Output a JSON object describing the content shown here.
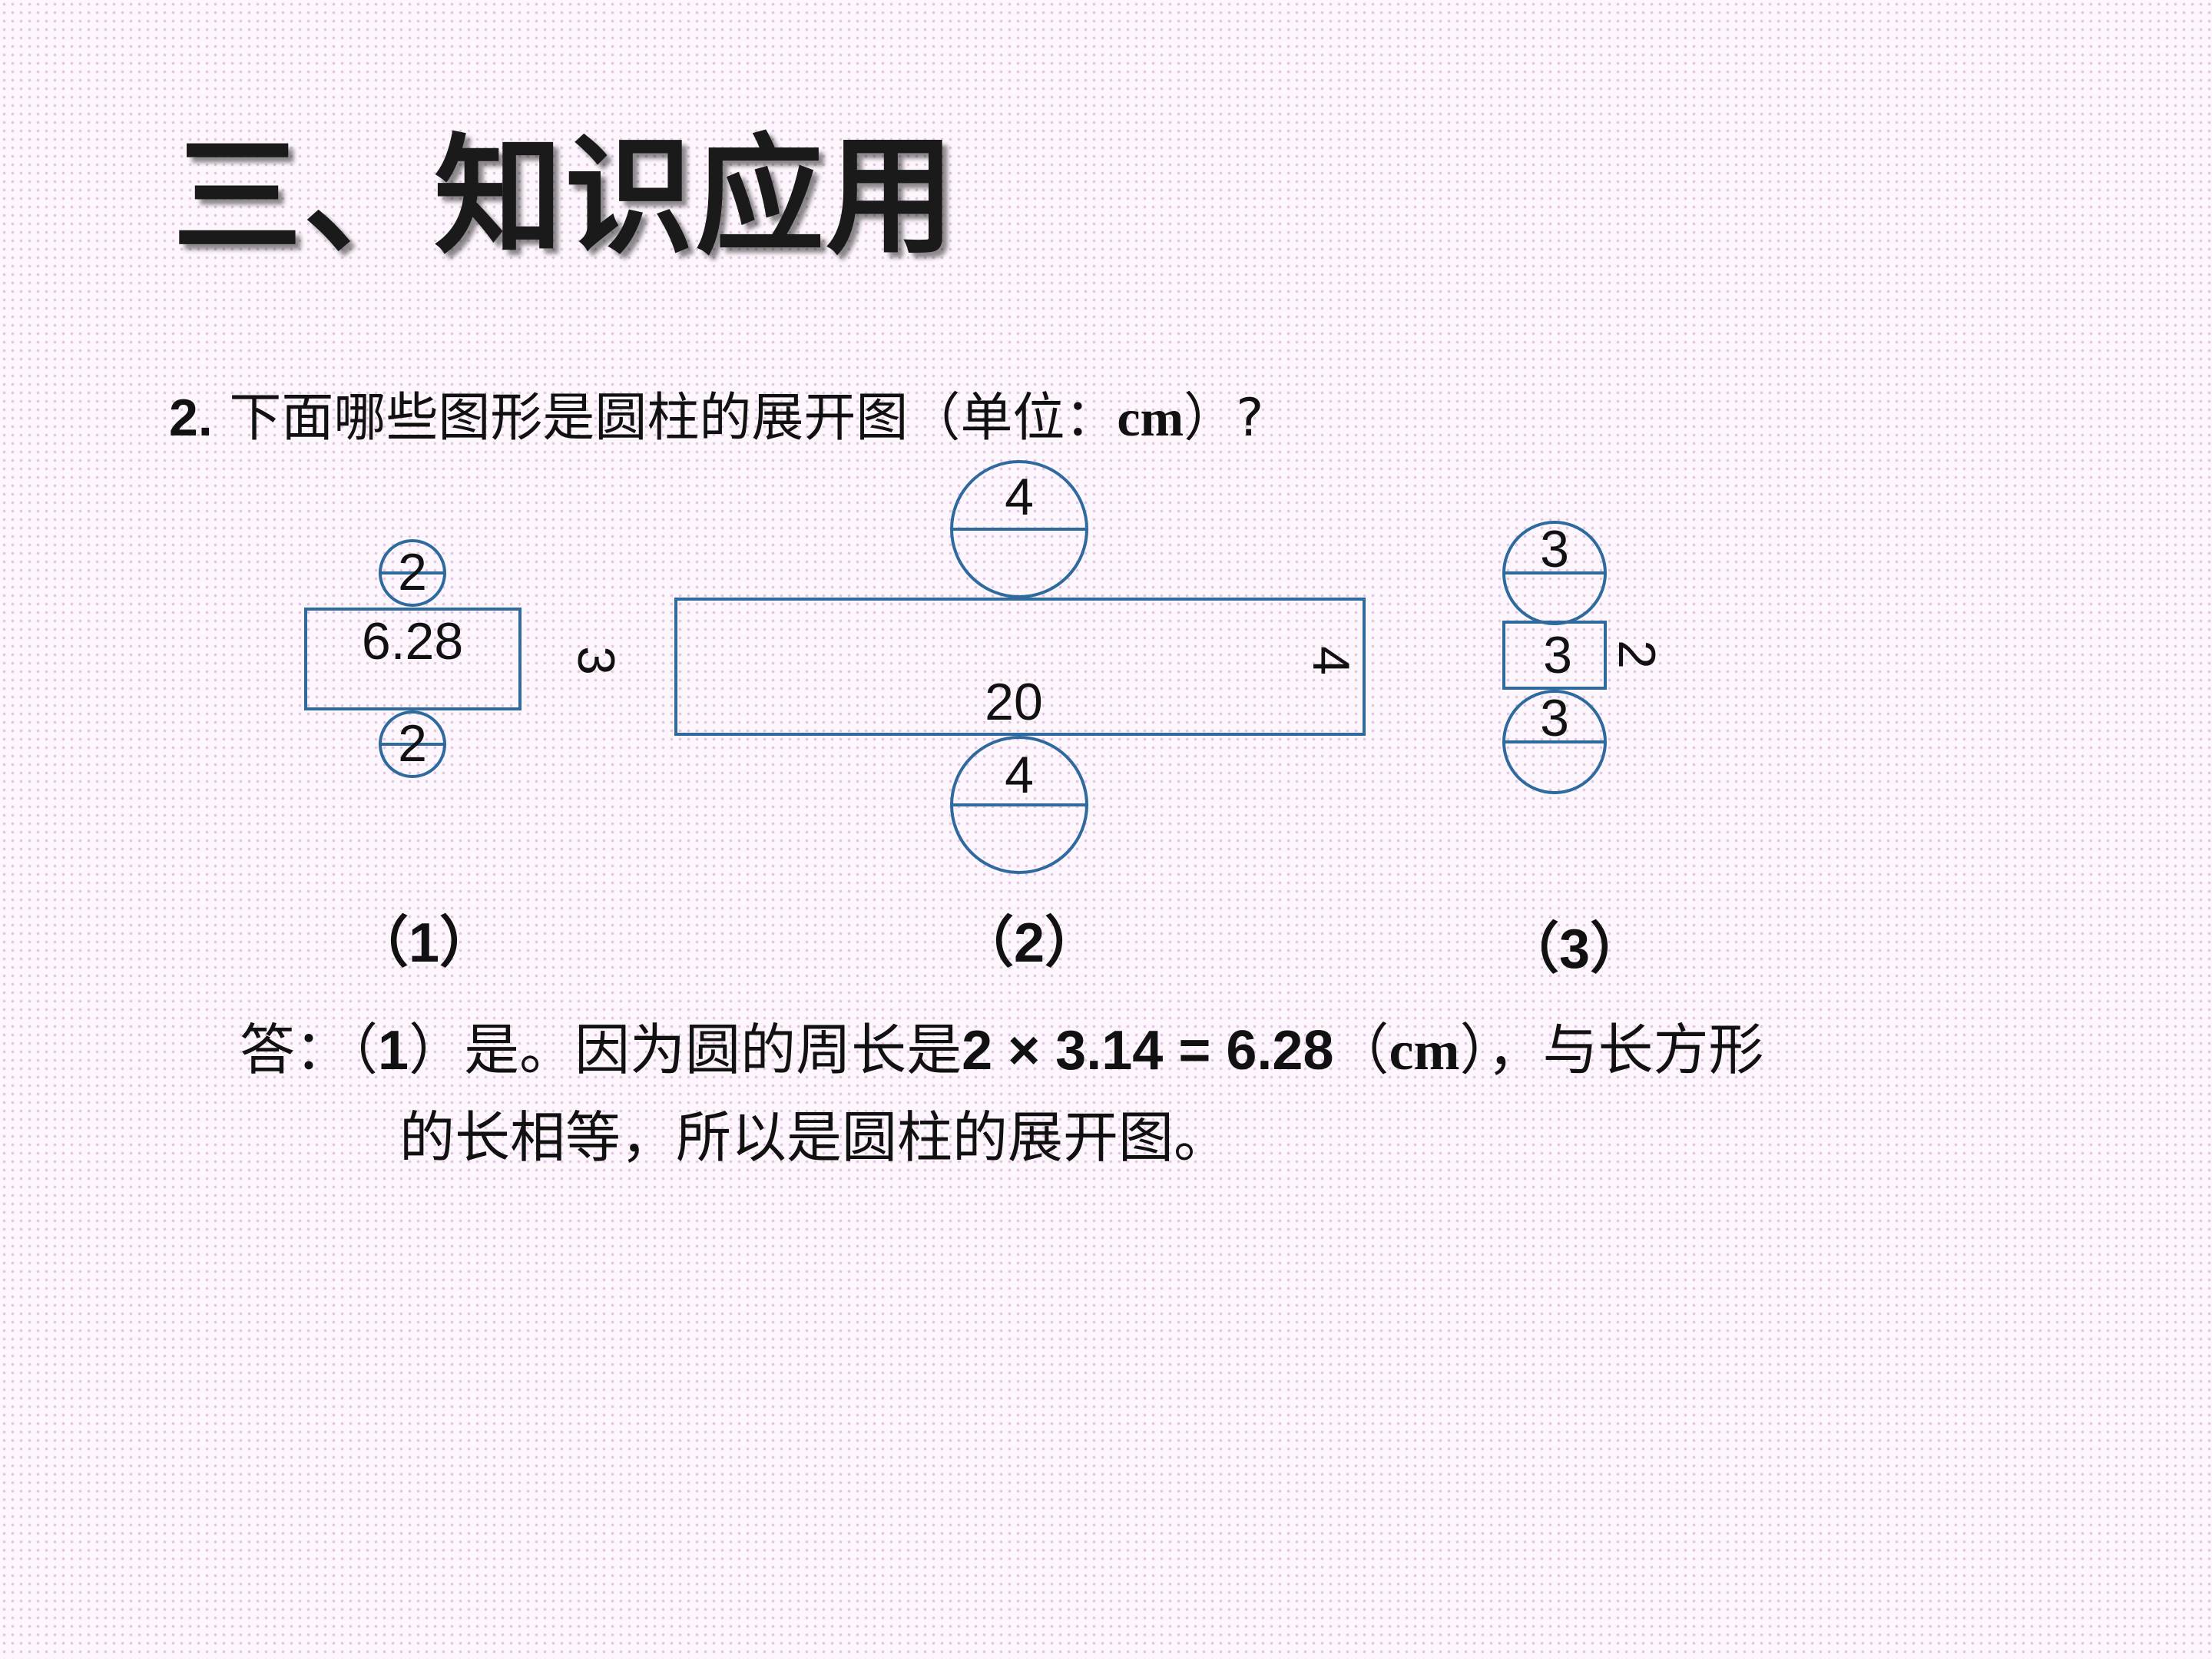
{
  "title": "三、知识应用",
  "question": {
    "number": "2.",
    "text": "下面哪些图形是圆柱的展开图（单位：",
    "unit": "cm",
    "end": "）?"
  },
  "figures": [
    {
      "caption": "（1）",
      "top_circle_label": "2",
      "rect_label": "6.28",
      "side_label": "3",
      "bottom_circle_label": "2"
    },
    {
      "caption": "（2）",
      "top_circle_label": "4",
      "rect_label": "20",
      "side_label": "4",
      "bottom_circle_label": "4"
    },
    {
      "caption": "（3）",
      "top_circle_label": "3",
      "rect_label": "3",
      "side_label": "2",
      "bottom_circle_label": "3"
    }
  ],
  "answer": {
    "prefix": "答：（",
    "item": "1",
    "mid": "）是。因为圆的周长是",
    "formula": "2 × 3.14 = 6.28",
    "open": "（",
    "unit": "cm",
    "tail": "），与长方形",
    "line2": "的长相等，所以是圆柱的展开图。"
  },
  "colors": {
    "shape_stroke": "#2e6a9e"
  }
}
